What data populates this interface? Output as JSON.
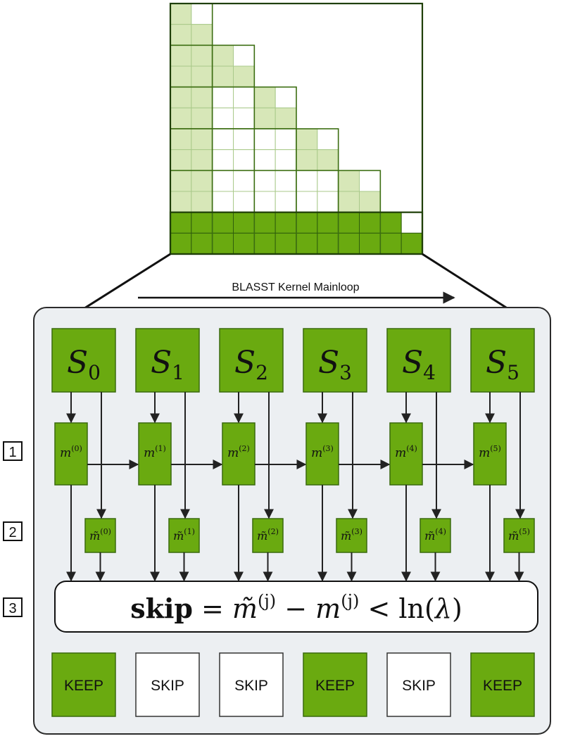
{
  "mainloop_label": "BLASST Kernel Mainloop",
  "matrix": {
    "size": 12,
    "block": 2,
    "rows_per_tile_row": 2,
    "colors": {
      "light": "#d7e7b8",
      "dark": "#6aaa10",
      "grid": "#3c6e12",
      "white": "#ffffff"
    }
  },
  "step_markers": [
    "1",
    "2",
    "3"
  ],
  "stages": [
    {
      "s_base": "S",
      "s_sub": "0",
      "m_base": "m",
      "m_sup": "(0)",
      "mt_base": "m̃",
      "mt_sup": "(0)",
      "decision": "KEEP"
    },
    {
      "s_base": "S",
      "s_sub": "1",
      "m_base": "m",
      "m_sup": "(1)",
      "mt_base": "m̃",
      "mt_sup": "(1)",
      "decision": "SKIP"
    },
    {
      "s_base": "S",
      "s_sub": "2",
      "m_base": "m",
      "m_sup": "(2)",
      "mt_base": "m̃",
      "mt_sup": "(2)",
      "decision": "SKIP"
    },
    {
      "s_base": "S",
      "s_sub": "3",
      "m_base": "m",
      "m_sup": "(3)",
      "mt_base": "m̃",
      "mt_sup": "(3)",
      "decision": "KEEP"
    },
    {
      "s_base": "S",
      "s_sub": "4",
      "m_base": "m",
      "m_sup": "(4)",
      "mt_base": "m̃",
      "mt_sup": "(4)",
      "decision": "SKIP"
    },
    {
      "s_base": "S",
      "s_sub": "5",
      "m_base": "m",
      "m_sup": "(5)",
      "mt_base": "m̃",
      "mt_sup": "(5)",
      "decision": "KEEP"
    }
  ],
  "skip_formula": {
    "lhs": "skip",
    "eq": " = ",
    "mt": "m̃",
    "mt_sup": "(j)",
    "minus": " − ",
    "m": "m",
    "m_sup": "(j)",
    "lt": " < ",
    "ln": "ln(",
    "lambda": "λ",
    "close": ")"
  },
  "colors": {
    "green": "#6aaa10",
    "green_border": "#3a6a0e",
    "panel_bg": "#eceff2",
    "panel_border": "#2b2b2b",
    "arrow": "#222222"
  }
}
